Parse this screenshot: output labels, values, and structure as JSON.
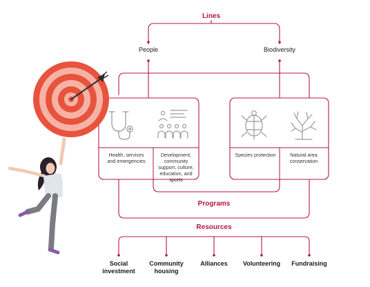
{
  "lines": {
    "title": "Lines",
    "people": "People",
    "biodiversity": "Biodiversity"
  },
  "programs": {
    "title": "Programs",
    "people_box": [
      {
        "icon": "stethoscope-icon",
        "label": "Health, services and emergencies"
      },
      {
        "icon": "community-group-icon",
        "label": "Development, community support, culture, education, and sports"
      }
    ],
    "biodiversity_box": [
      {
        "icon": "turtle-icon",
        "label": "Species protection"
      },
      {
        "icon": "coral-icon",
        "label": "Natural area conservation"
      }
    ]
  },
  "resources": {
    "title": "Resources",
    "items": [
      "Social investment",
      "Community housing",
      "Alliances",
      "Volunteering",
      "Fundraising"
    ]
  },
  "colors": {
    "accent": "#b3183f",
    "icon_gray": "#9a9a9a",
    "target_red": "#e8533d",
    "target_pink": "#f6b3a5"
  }
}
